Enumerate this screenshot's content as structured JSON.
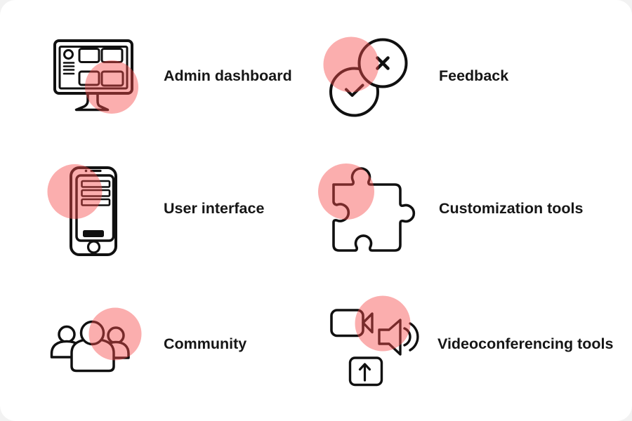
{
  "theme": {
    "accent": "#F64B4B",
    "accent_tint_on_white": "#FAAEAE",
    "line": "#101010",
    "text": "#161616",
    "card_bg": "#FFFFFF",
    "page_bg": "#F2F2F2"
  },
  "items": [
    {
      "label": "Admin dashboard",
      "icon": "admin-dashboard-icon"
    },
    {
      "label": "Feedback",
      "icon": "feedback-icon"
    },
    {
      "label": "User interface",
      "icon": "user-interface-icon"
    },
    {
      "label": "Customization tools",
      "icon": "customization-tools-icon"
    },
    {
      "label": "Community",
      "icon": "community-icon"
    },
    {
      "label": "Videoconferencing tools",
      "icon": "videoconferencing-tools-icon"
    }
  ]
}
